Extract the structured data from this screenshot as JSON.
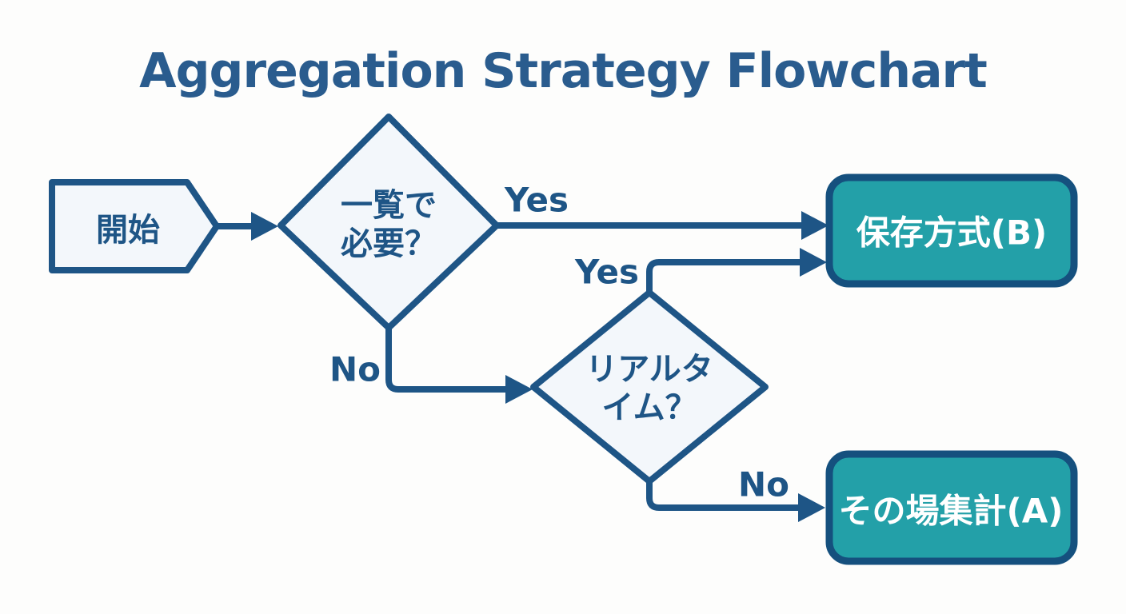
{
  "title": "Aggregation Strategy Flowchart",
  "colors": {
    "background": "#fdfdfc",
    "title_blue": "#2a5c8e",
    "line_blue": "#1e5586",
    "node_fill": "#f3f7fb",
    "teal_fill": "#23a0a8",
    "navy_border": "#15507e",
    "white_text": "#ffffff"
  },
  "nodes": {
    "start": {
      "shape": "pentagon-arrow",
      "label": "開始"
    },
    "decision1": {
      "shape": "diamond",
      "label": "一覧で必要？",
      "line1": "一覧で",
      "line2": "必要？"
    },
    "decision2": {
      "shape": "diamond",
      "label": "リアルタイム？",
      "line1": "リアルタ",
      "line2": "イム？"
    },
    "result_b": {
      "shape": "rounded-rect",
      "label": "保存方式(B)"
    },
    "result_a": {
      "shape": "rounded-rect",
      "label": "その場集計(A)"
    }
  },
  "edges": [
    {
      "from": "start",
      "to": "decision1",
      "label": ""
    },
    {
      "from": "decision1",
      "to": "result_b",
      "label": "Yes"
    },
    {
      "from": "decision1",
      "to": "decision2",
      "label": "No"
    },
    {
      "from": "decision2",
      "to": "result_b",
      "label": "Yes"
    },
    {
      "from": "decision2",
      "to": "result_a",
      "label": "No"
    }
  ]
}
